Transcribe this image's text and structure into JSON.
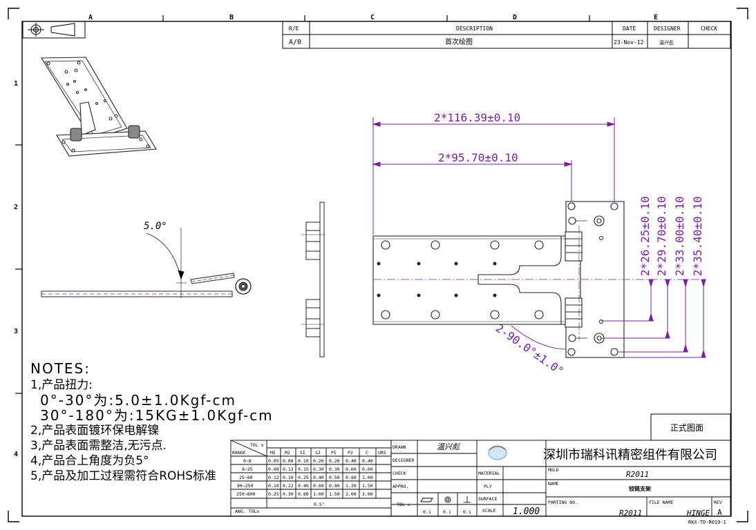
{
  "border": {
    "columns": [
      "A",
      "B",
      "C",
      "D",
      "E"
    ],
    "rows": [
      "1",
      "2",
      "3",
      "4"
    ]
  },
  "revision_table": {
    "headers": {
      "rev": "R/E",
      "description": "DESCRIPTION",
      "date": "DATE",
      "designer": "DESIGNER",
      "check": "CHECK"
    },
    "row": {
      "rev": "A/0",
      "description": "首次绘图",
      "date": "23-Nov-12",
      "designer": "温兴彪",
      "check": ""
    }
  },
  "dimensions": {
    "width_outer": "2*116.39±0.10",
    "width_inner": "2*95.70±0.10",
    "height_1": "2*26.25±0.10",
    "height_2": "2*29.70±0.10",
    "height_3": "2*33.00±0.10",
    "height_4": "2*35.40±0.10",
    "angle_open": "2-90.0°±1.0°",
    "side_angle": "5.0°"
  },
  "notes": {
    "title": "NOTES:",
    "n1": "1,产品扭力:",
    "n1a": "0°-30°为:5.0±1.0Kgf-cm",
    "n1b": "30°-180°为:15KG±1.0Kgf-cm",
    "n2": "2,产品表面镀环保电解镍",
    "n3": "3,产品表面需整洁,无污点.",
    "n4": "4,产品合上角度为负5°",
    "n5": "5,产品及加工过程需符合ROHS标准"
  },
  "tolerance_table": {
    "corner_top": "TOL ±",
    "corner_bottom": "RANGE",
    "headers": [
      "MI",
      "M2",
      "SI",
      "S2",
      "PI",
      "P2",
      "C",
      "URS"
    ],
    "rows": [
      {
        "range": "0~8",
        "values": [
          "0.05",
          "0.08",
          "0.10",
          "0.20",
          "0.20",
          "0.40",
          "0.40",
          ""
        ]
      },
      {
        "range": "8~25",
        "values": [
          "0.08",
          "0.13",
          "0.15",
          "0.30",
          "0.30",
          "0.60",
          "0.60",
          ""
        ]
      },
      {
        "range": "25~80",
        "values": [
          "0.12",
          "0.18",
          "0.25",
          "0.40",
          "0.50",
          "0.80",
          "1.00",
          ""
        ]
      },
      {
        "range": "80~250",
        "values": [
          "0.18",
          "0.22",
          "0.40",
          "0.60",
          "0.80",
          "1.20",
          "1.50",
          ""
        ]
      },
      {
        "range": "250~800",
        "values": [
          "0.25",
          "0.30",
          "0.80",
          "1.00",
          "1.50",
          "2.00",
          "3.00",
          ""
        ]
      }
    ],
    "ang_label": "ANG. TOL±",
    "ang_value": "0.5°"
  },
  "title_block": {
    "official": "正式图面",
    "company": "深圳市瑞科讯精密组件有限公司",
    "drawn_label": "DRAWN",
    "drawn_value": "温兴彪",
    "designer_label": "DESIGNER",
    "check_label": "CHECK",
    "appro_label": "APPRO.",
    "tol_label": "TOL ±",
    "geo_tol_values": [
      "0.1",
      "0.1",
      "0.1"
    ],
    "material_label": "MATERIAL",
    "ply_label": "PLY",
    "surface_label": "SURFACE",
    "scale_label": "SCALE",
    "scale_value": "1.000",
    "mold_label": "MOLD",
    "mold_value": "R2011",
    "name_label": "NAME",
    "name_value": "铰链支架",
    "parting_label": "PARTING NO.",
    "parting_value": "R2011",
    "file_label": "FILE NAME",
    "file_value": "HINGE",
    "rev_label": "REV",
    "rev_value": "A",
    "form_code": "RKX-TD-R019-1"
  }
}
